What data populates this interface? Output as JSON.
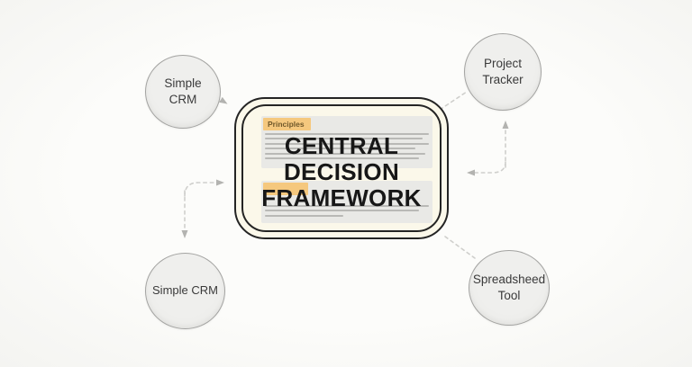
{
  "diagram": {
    "central": {
      "title_lines": [
        "CENTRAL",
        "DECISION",
        "FRAMEWORK"
      ],
      "sections": [
        {
          "label": "Principles"
        },
        {
          "label": ""
        }
      ]
    },
    "nodes": [
      {
        "id": "simple-crm-top-left",
        "label": "Simple CRM"
      },
      {
        "id": "project-tracker",
        "label": "Project Tracker"
      },
      {
        "id": "simple-crm-bottom-left",
        "label": "Simple CRM"
      },
      {
        "id": "spreadsheed-tool",
        "label": "Spreadsheed Tool"
      }
    ],
    "colors": {
      "canvas_bg": "#fbfbf9",
      "node_fill": "#ececea",
      "node_border": "#a3a3a1",
      "box_fill": "#fbf8ea",
      "box_border": "#242424",
      "section_bg": "#e9e9e6",
      "chip_bg": "#f5c87e",
      "chip_text": "#70582a",
      "skeleton_line": "#b9b9b6",
      "connector": "#cfcfcc",
      "arrowhead": "#b3b3b0",
      "title_text": "#171717"
    }
  }
}
